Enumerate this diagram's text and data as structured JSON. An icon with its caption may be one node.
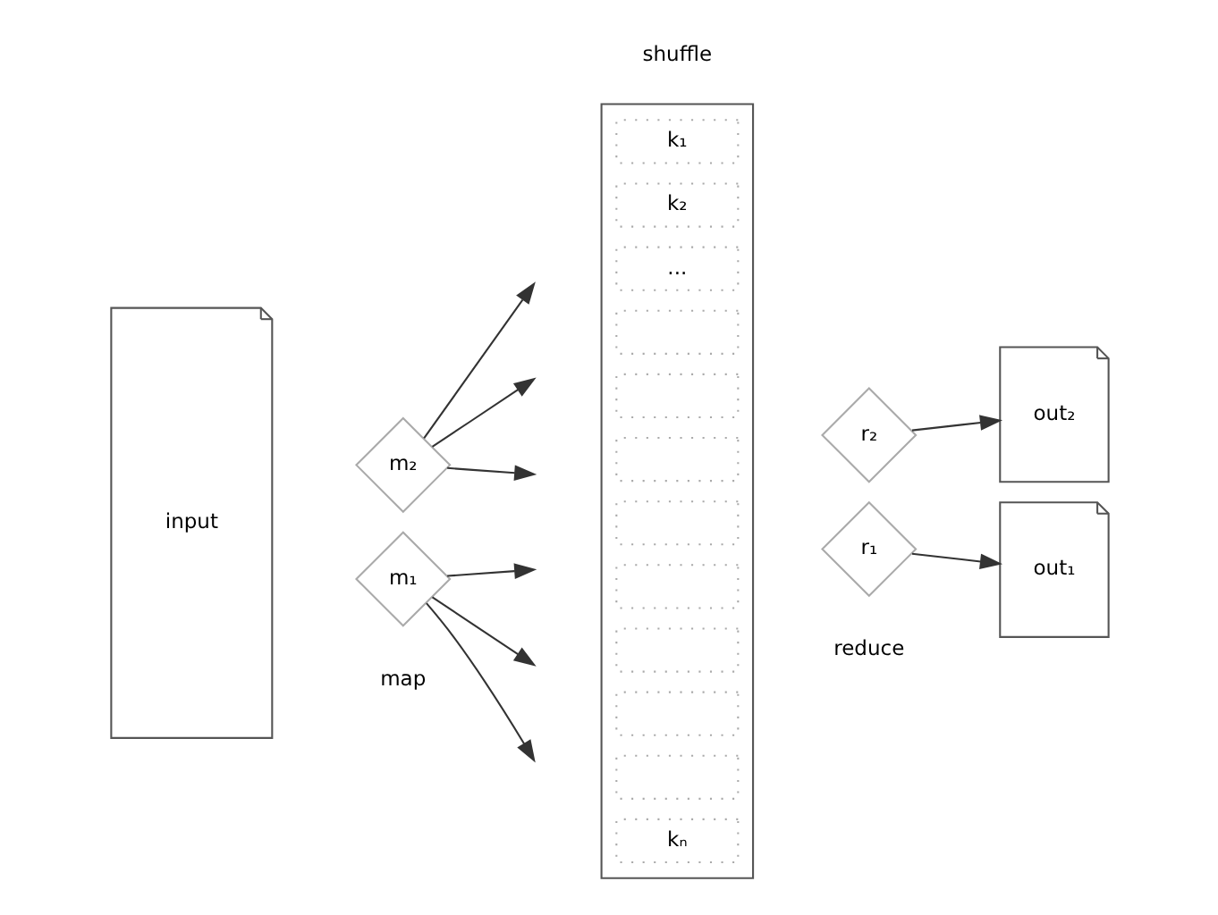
{
  "diagram": {
    "nodes": [
      {
        "text": [
          "input"
        ]
      },
      {
        "text": [
          "m₁"
        ]
      },
      {
        "text": [
          "m₂"
        ]
      },
      {
        "text": [],
        "shape": "box"
      },
      {
        "text": [
          "k₁"
        ],
        "in": 3
      },
      {
        "text": [
          "k₂"
        ],
        "in": 3
      },
      {
        "text": [
          "..."
        ],
        "in": 3
      },
      {
        "text": [],
        "shape": "box",
        "in": 3
      },
      {
        "text": [],
        "shape": "box",
        "in": 3
      },
      {
        "text": [],
        "shape": "box",
        "in": 3
      },
      {
        "text": [],
        "shape": "box",
        "in": 3
      },
      {
        "text": [],
        "shape": "box",
        "in": 3
      },
      {
        "text": [],
        "shape": "box",
        "in": 3
      },
      {
        "text": [],
        "shape": "box",
        "in": 3
      },
      {
        "text": [],
        "shape": "box",
        "in": 3
      },
      {
        "text": [
          "kₙ"
        ],
        "in": 3
      },
      {
        "text": [
          "r₁"
        ]
      },
      {
        "text": [
          "r₂"
        ]
      },
      {
        "text": [
          "out₁"
        ]
      },
      {
        "text": [
          "out₂"
        ]
      }
    ],
    "edges": [
      {
        "from": 1,
        "to": null,
        "arrow": "to"
      },
      {
        "from": 1,
        "to": null,
        "arrow": "to"
      },
      {
        "from": 1,
        "to": null,
        "arrow": "to"
      },
      {
        "from": 2,
        "to": null,
        "arrow": "to"
      },
      {
        "from": 2,
        "to": null,
        "arrow": "to"
      },
      {
        "from": 2,
        "to": null,
        "arrow": "to"
      },
      {
        "from": 16,
        "to": 18,
        "arrow": "to"
      },
      {
        "from": 17,
        "to": 19,
        "arrow": "to"
      }
    ],
    "labels": [
      "map",
      "shuffle",
      "reduce"
    ]
  }
}
